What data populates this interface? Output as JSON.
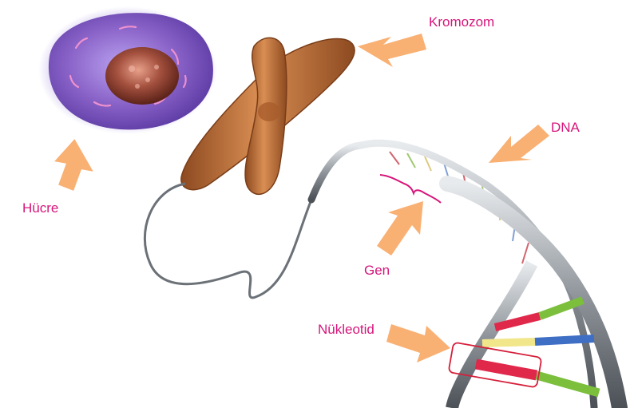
{
  "labels": {
    "cell": "Hücre",
    "chromosome": "Kromozom",
    "dna": "DNA",
    "gene": "Gen",
    "nucleotide": "Nükleotid"
  },
  "colors": {
    "label_text": "#d6157a",
    "arrow": "#f9b073",
    "cell_body": "#8a63c8",
    "nucleus": "#9c4a3c",
    "chromosome": "#c77a45",
    "dna_backbone": "#9aa0a6",
    "base_red": "#e0284a",
    "base_green": "#7bbf3c",
    "base_blue": "#3f6fc4",
    "base_yellow": "#f2e68a",
    "highlight_box": "#d61f3a"
  }
}
